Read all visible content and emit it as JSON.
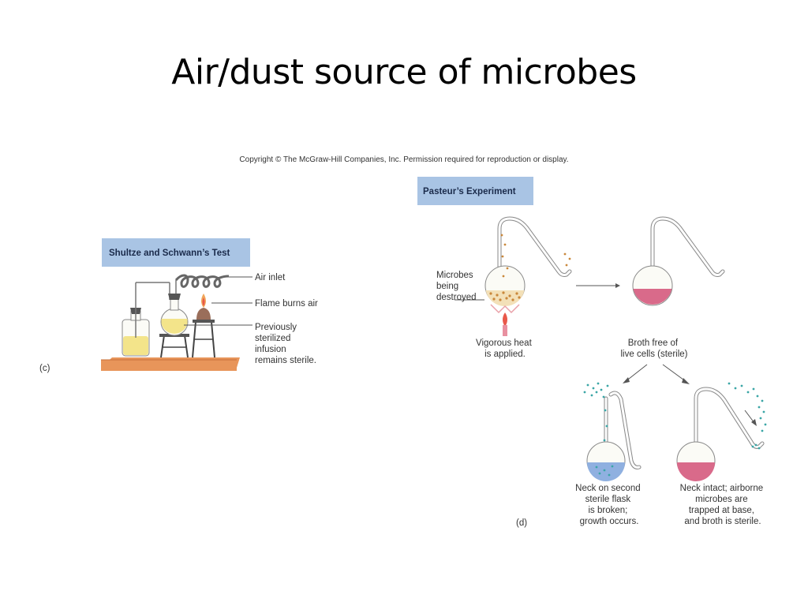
{
  "slide": {
    "title": "Air/dust source of microbes",
    "copyright": "Copyright © The McGraw-Hill Companies, Inc. Permission required for reproduction or display."
  },
  "panel_c": {
    "header": "Shultze and Schwann’s Test",
    "label": "(c)",
    "callouts": {
      "air_inlet": "Air inlet",
      "flame": "Flame burns air",
      "infusion": [
        "Previously",
        "sterilized",
        "infusion",
        "remains sterile."
      ]
    }
  },
  "panel_d": {
    "header": "Pasteur’s Experiment",
    "label": "(d)",
    "microbes": [
      "Microbes",
      "being",
      "destroyed"
    ],
    "heat": [
      "Vigorous heat",
      "is applied."
    ],
    "broth_free": [
      "Broth free of",
      "live cells (sterile)"
    ],
    "broken_neck": [
      "Neck on second",
      "sterile flask",
      "is broken;",
      "growth occurs."
    ],
    "intact_neck": [
      "Neck intact; airborne",
      "microbes are",
      "trapped at base,",
      "and broth is sterile."
    ]
  },
  "colors": {
    "header_bg": "#a9c4e4",
    "table": "#e8955a",
    "infusion": "#f3e48a",
    "broth_sterile": "#d96a8a",
    "broth_growth": "#8fb0e0",
    "microbe_dots": "#3aa6a6",
    "flame": "#e9584a"
  }
}
